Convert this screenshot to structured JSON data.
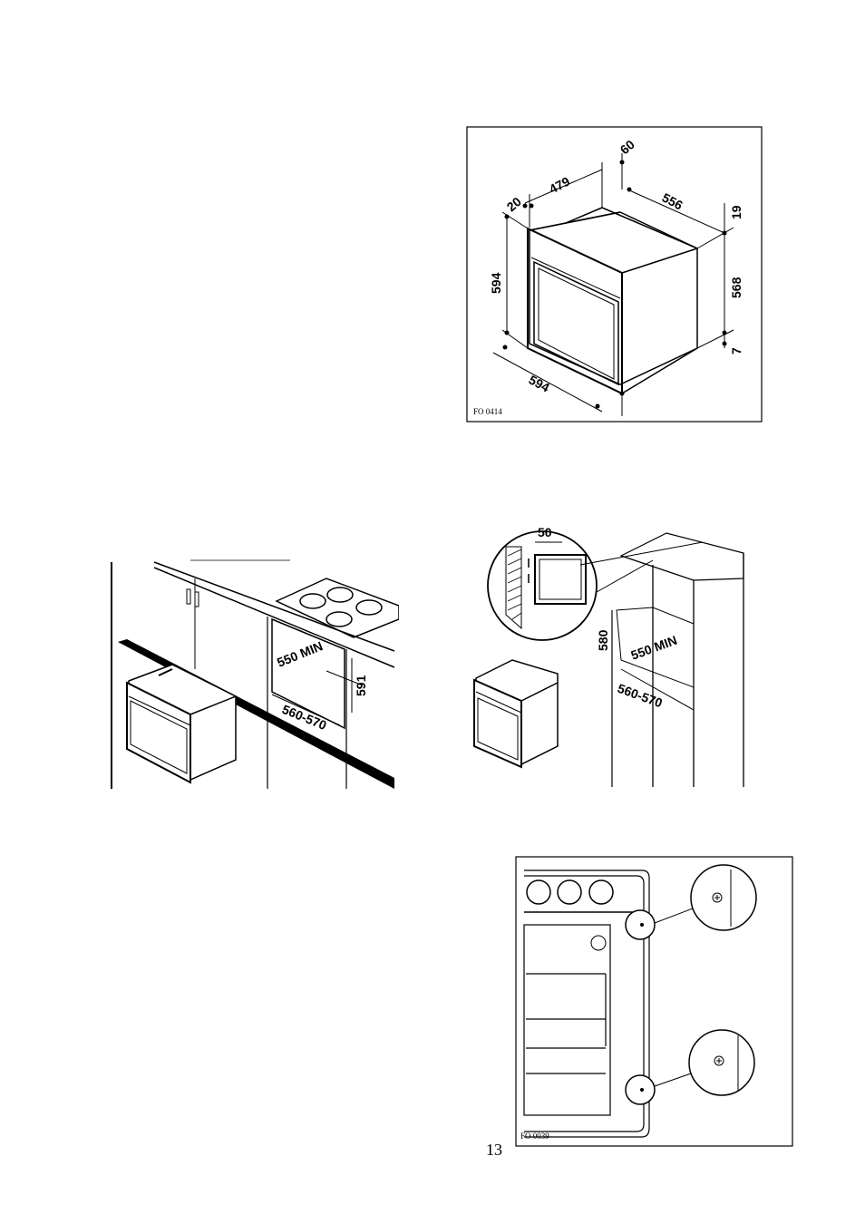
{
  "figures": {
    "oven_dimensions": {
      "code": "FO 0414",
      "dims": {
        "d20": "20",
        "d479": "479",
        "d60": "60",
        "d556": "556",
        "d19": "19",
        "d594h": "594",
        "d568": "568",
        "d7": "7",
        "d594w": "594"
      }
    },
    "under_counter": {
      "dims": {
        "width_min": "550 MIN",
        "height": "591",
        "depth": "560-570"
      }
    },
    "tall_cabinet": {
      "dims": {
        "vent": "50",
        "height": "580",
        "width_min": "550 MIN",
        "depth": "560-570"
      }
    },
    "screw_fixing": {
      "code": "FO 0039"
    }
  },
  "page_number": "13"
}
